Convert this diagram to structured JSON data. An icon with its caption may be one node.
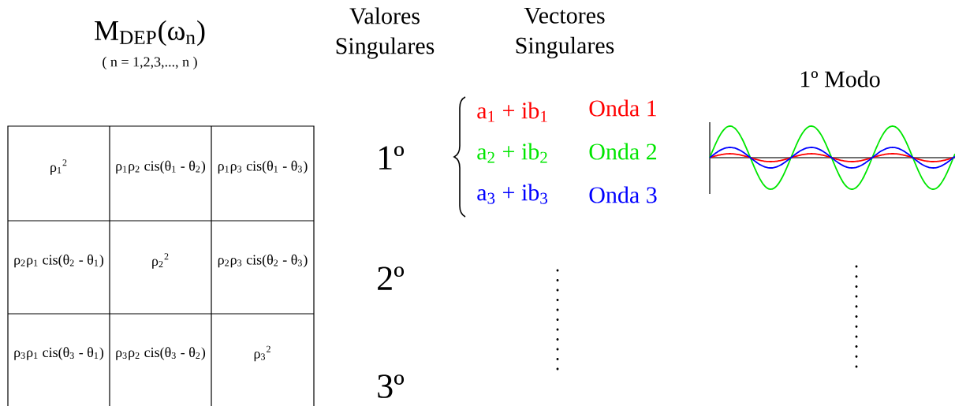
{
  "diagram": {
    "title": "M$_{DEP}$(ω$_{n}$)",
    "labels": [
      "( n = 1,2,3,..., n )",
      "Valores Singulares",
      "Vectores Singulares",
      "1º Modo",
      "ρ$_{1}$$^{2}$",
      "ρ$_{1}$ρ$_{2}$ cis(θ$_{1}$ - θ$_{2}$)",
      "ρ$_{1}$ρ$_{3}$ cis(θ$_{1}$ - θ$_{3}$)",
      "ρ$_{2}$ρ$_{1}$ cis(θ$_{2}$ - θ$_{1}$)",
      "ρ$_{2}$$^{2}$",
      "ρ$_{2}$ρ$_{3}$ cis(θ$_{2}$ - θ$_{3}$)",
      "ρ$_{3}$ρ$_{1}$ cis(θ$_{3}$ - θ$_{1}$)",
      "ρ$_{3}$ρ$_{2}$ cis(θ$_{3}$ - θ$_{2}$)",
      "ρ$_{3}$$^{2}$",
      "1º",
      "a$_{1}$ + ib$_{1}$",
      "a$_{2}$ + ib$_{2}$",
      "a$_{3}$ + ib$_{3}$",
      "2º",
      "3º"
    ],
    "legend": [
      {
        "text": "Onda 1",
        "color": "#ff0000"
      },
      {
        "text": "Onda 2",
        "color": "#00e600"
      },
      {
        "text": "Onda 3",
        "color": "#0000ff"
      }
    ]
  }
}
